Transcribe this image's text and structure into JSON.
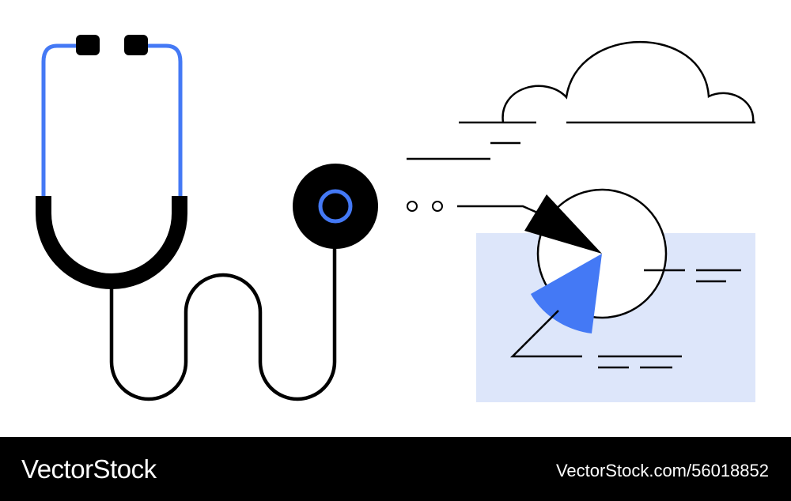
{
  "illustration": {
    "subject": "stethoscope-with-cloud-and-pie-chart",
    "colors": {
      "line": "#000000",
      "accent": "#4479f5",
      "panel": "#dde6fa",
      "background": "#ffffff"
    }
  },
  "footer": {
    "brand": "VectorStock",
    "image_id": "VectorStock.com/56018852",
    "background": "#000000",
    "text_color": "#ffffff"
  }
}
